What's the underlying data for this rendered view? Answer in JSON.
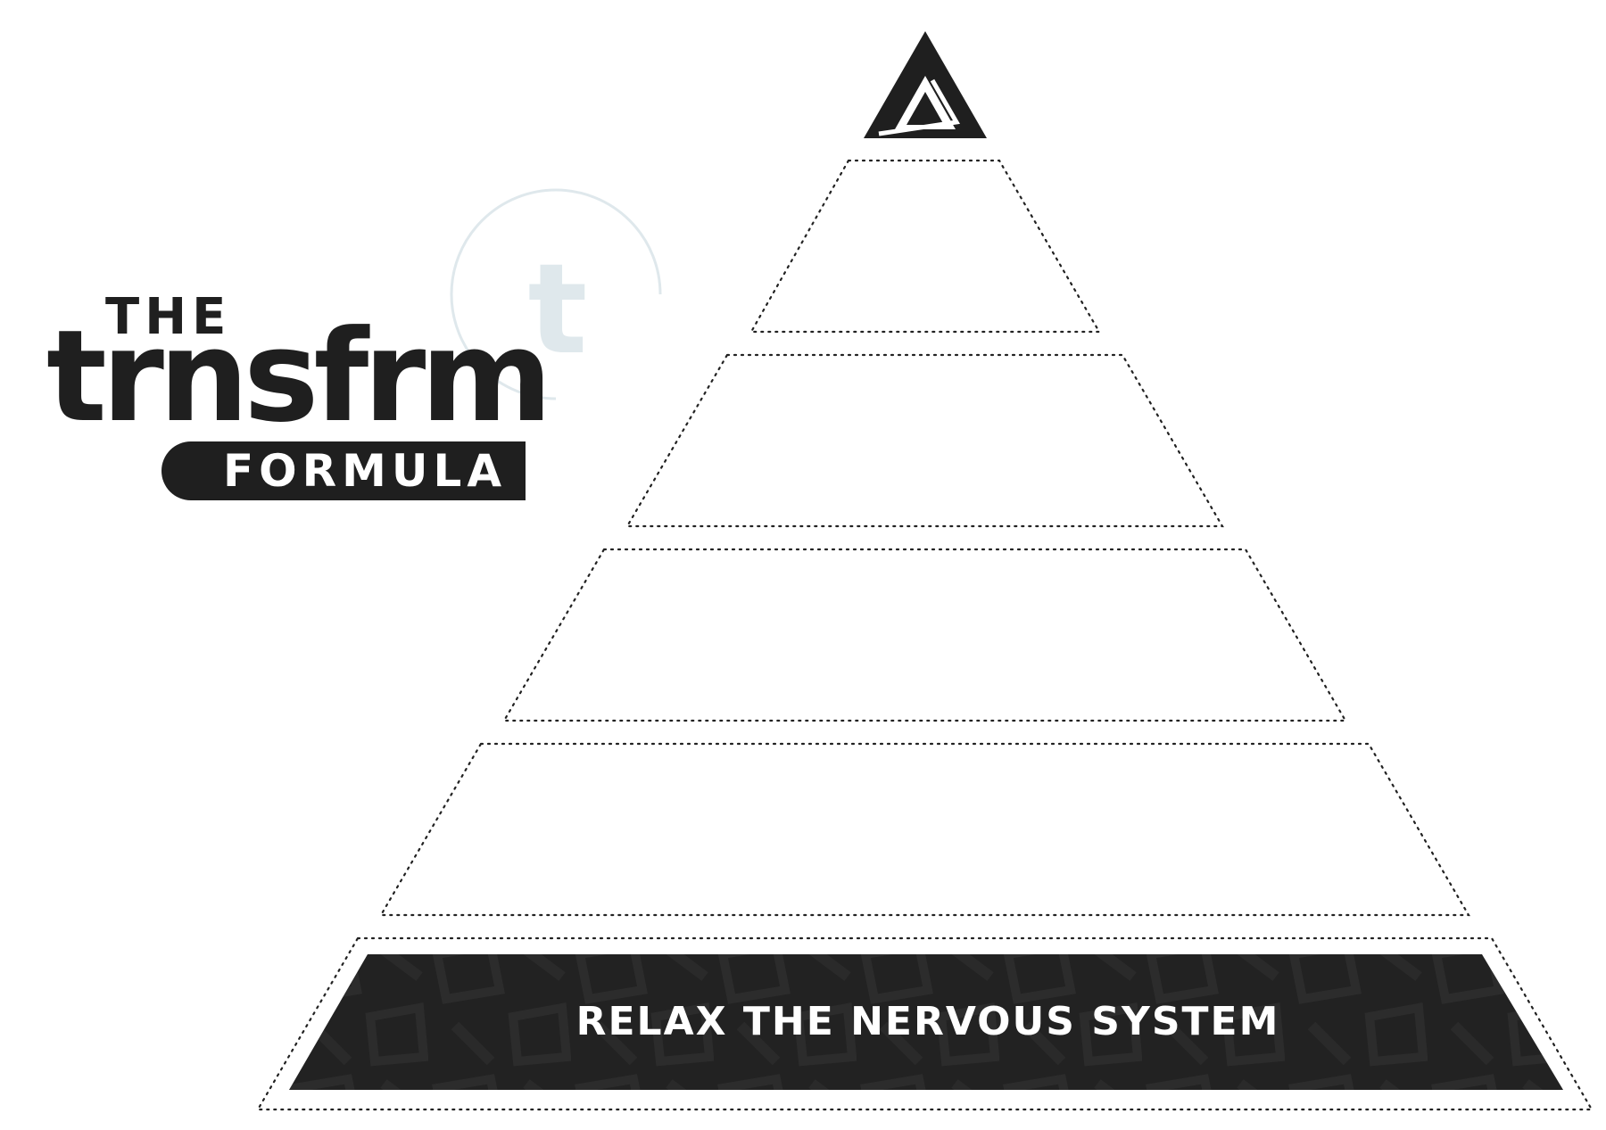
{
  "logo": {
    "the": "THE",
    "wordmark": "trnsfrm",
    "formula": "FORMULA",
    "watermark_letter": "t"
  },
  "pyramid": {
    "tiers": [
      {
        "label": ""
      },
      {
        "label": ""
      },
      {
        "label": ""
      },
      {
        "label": ""
      },
      {
        "label": "RELAX THE NERVOUS SYSTEM"
      }
    ],
    "apex_icon": "triangle-logo-icon"
  },
  "colors": {
    "ink": "#1f1f1f",
    "watermark": "#dfe8ec",
    "base_fill": "#222222",
    "base_text": "#ffffff"
  }
}
